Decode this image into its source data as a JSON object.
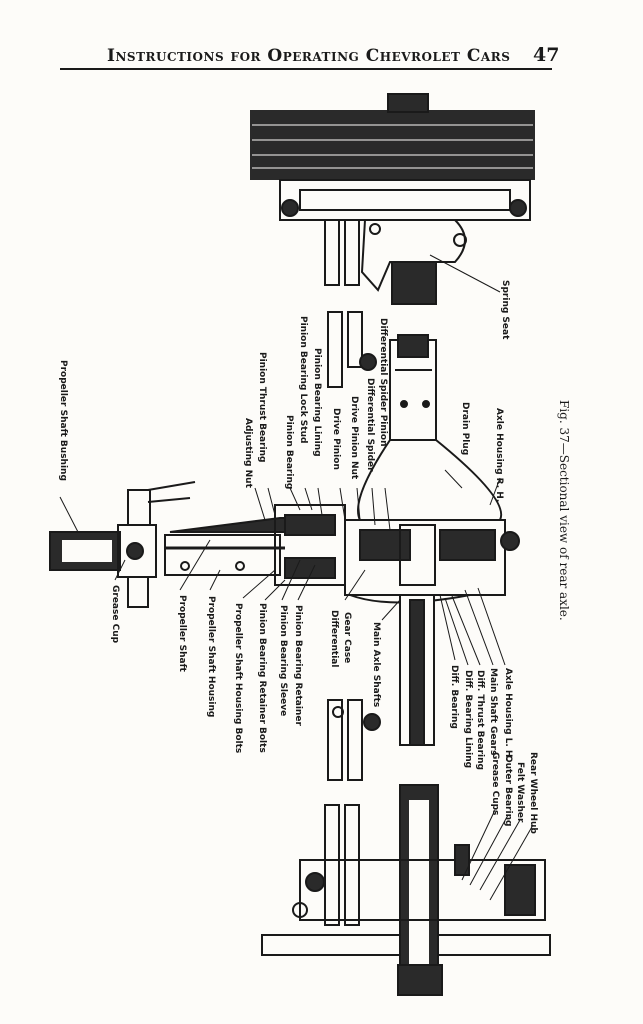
{
  "header": {
    "title": "Instructions for Operating Chevrolet Cars",
    "page_number": "47"
  },
  "figure": {
    "caption": "Fig. 37—Sectional view of rear axle.",
    "labels": {
      "propeller_shaft_bushing": "Propeller Shaft Bushing",
      "grease_cup": "Grease Cup",
      "propeller_shaft": "Propeller Shaft",
      "propeller_shaft_housing": "Propeller Shaft Housing",
      "propeller_shaft_housing_bolts": "Propeller Shaft Housing Bolts",
      "pinion_bearing_retainer_bolts": "Pinion Bearing Retainer Bolts",
      "pinion_bearing_sleeve": "Pinion Bearing Sleeve",
      "pinion_bearing_retainer": "Pinion Bearing Retainer",
      "adjusting_nut": "Adjusting Nut",
      "pinion_thrust_bearing": "Pinion Thrust Bearing",
      "pinion_bearing": "Pinion Bearing",
      "pinion_bearing_lock_stud": "Pinion Bearing Lock Stud",
      "pinion_bearing_lining": "Pinion Bearing Lining",
      "drive_pinion": "Drive Pinion",
      "drive_pinion_nut": "Drive Pinion Nut",
      "differential_spider": "Differential Spider",
      "differential_spider_pinion": "Differential Spider Pinion",
      "drain_plug": "Drain Plug",
      "axle_housing_rh": "Axle Housing R. H.",
      "differential_gear_case_1": "Differential",
      "differential_gear_case_2": "Gear Case",
      "main_axle_shafts": "Main Axle Shafts",
      "diff_bearing": "Diff. Bearing",
      "diff_bearing_lining": "Diff. Bearing Lining",
      "diff_thrust_bearing": "Diff. Thrust Bearing",
      "main_shaft_gears": "Main Shaft Gears",
      "axle_housing_lh": "Axle Housing L. H.",
      "spring_seat": "Spring Seat",
      "grease_cups": "Grease Cups",
      "outer_bearing": "Outer Bearing",
      "felt_washer": "Felt Washer",
      "rear_wheel_hub": "Rear Wheel Hub"
    }
  }
}
